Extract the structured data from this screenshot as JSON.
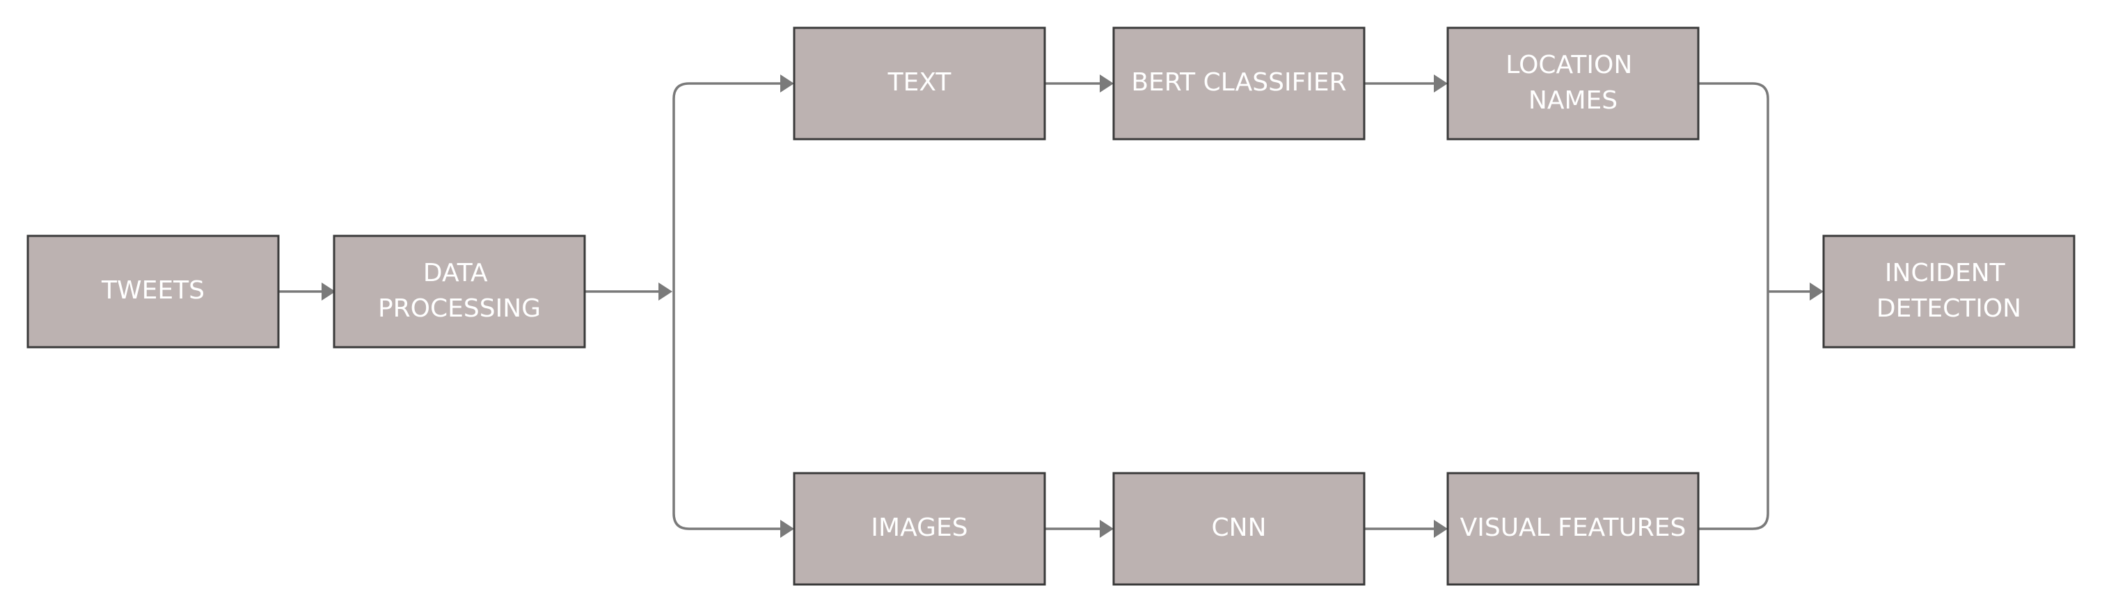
{
  "diagram": {
    "type": "flowchart",
    "colors": {
      "node_fill": "#bcb2b1",
      "node_border": "#3a3a3a",
      "node_text": "#ffffff",
      "connector": "#7a7a7a",
      "background": "#ffffff"
    },
    "nodes": {
      "tweets": {
        "lines": [
          "TWEETS"
        ]
      },
      "data_processing": {
        "lines": [
          "DATA",
          "PROCESSING"
        ]
      },
      "text": {
        "lines": [
          "TEXT"
        ]
      },
      "bert_classifier": {
        "lines": [
          "BERT CLASSIFIER"
        ]
      },
      "location_names": {
        "lines": [
          "LOCATION",
          "NAMES"
        ]
      },
      "images": {
        "lines": [
          "IMAGES"
        ]
      },
      "cnn": {
        "lines": [
          "CNN"
        ]
      },
      "visual_features": {
        "lines": [
          "VISUAL FEATURES"
        ]
      },
      "incident_detection": {
        "lines": [
          "INCIDENT",
          "DETECTION"
        ]
      }
    },
    "edges": [
      {
        "from": "tweets",
        "to": "data_processing"
      },
      {
        "from": "data_processing",
        "to": "text"
      },
      {
        "from": "data_processing",
        "to": "images"
      },
      {
        "from": "text",
        "to": "bert_classifier"
      },
      {
        "from": "bert_classifier",
        "to": "location_names"
      },
      {
        "from": "images",
        "to": "cnn"
      },
      {
        "from": "cnn",
        "to": "visual_features"
      },
      {
        "from": "location_names",
        "to": "incident_detection"
      },
      {
        "from": "visual_features",
        "to": "incident_detection"
      }
    ]
  }
}
